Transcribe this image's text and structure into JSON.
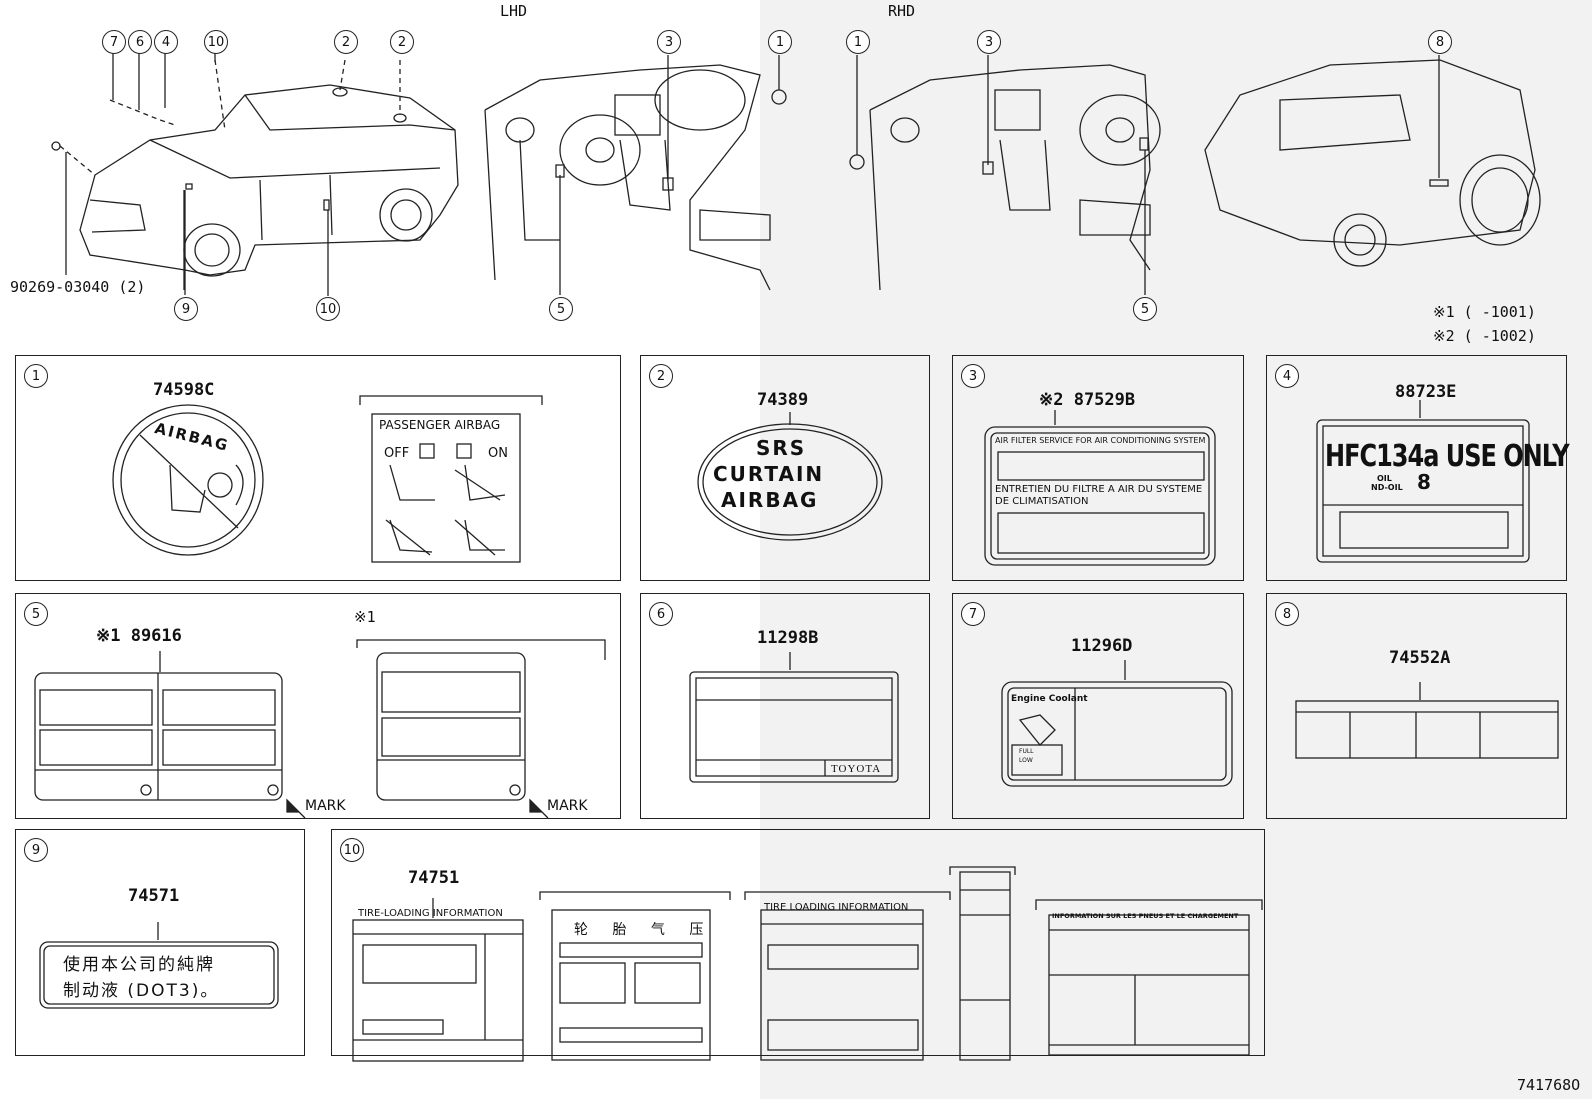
{
  "header": {
    "lhd": "LHD",
    "rhd": "RHD",
    "clip_part": "90269-03040 (2)",
    "note1": "※1 (       -1001)",
    "note2": "※2 (       -1002)",
    "figure_id": "741768O"
  },
  "callouts": [
    "7",
    "6",
    "4",
    "10",
    "2",
    "2",
    "3",
    "1",
    "1",
    "3",
    "8",
    "9",
    "10",
    "5",
    "5"
  ],
  "panels": [
    {
      "num": "1",
      "part": "74598C",
      "texts": [
        "AIRBAG",
        "PASSENGER AIRBAG",
        "OFF",
        "ON"
      ]
    },
    {
      "num": "2",
      "part": "74389",
      "texts": [
        "SRS",
        "CURTAIN",
        "AIRBAG"
      ]
    },
    {
      "num": "3",
      "part": "※2 87529B",
      "texts": [
        "AIR FILTER SERVICE FOR AIR CONDITIONING SYSTEM",
        "ENTRETIEN DU FILTRE A AIR DU SYSTEME",
        "DE CLIMATISATION"
      ]
    },
    {
      "num": "4",
      "part": "88723E",
      "texts": [
        "HFC134a USE ONLY",
        "OIL",
        "ND-OIL",
        "8"
      ]
    },
    {
      "num": "5",
      "part": "※1 89616",
      "texts": [
        "※1",
        "MARK",
        "MARK"
      ]
    },
    {
      "num": "6",
      "part": "11298B",
      "texts": [
        "TOYOTA"
      ]
    },
    {
      "num": "7",
      "part": "11296D",
      "texts": [
        "Engine Coolant",
        "FULL",
        "LOW"
      ]
    },
    {
      "num": "8",
      "part": "74552A",
      "texts": []
    },
    {
      "num": "9",
      "part": "74571",
      "texts": [
        "使用本公司的純牌",
        "制动液 (DOT3)。"
      ]
    },
    {
      "num": "10",
      "part": "74751",
      "texts": [
        "TIRE-LOADING INFORMATION",
        "轮 胎 气 压",
        "TIRE LOADING INFORMATION",
        "INFORMATION SUR LES PNEUS ET LE CHARGEMENT"
      ]
    }
  ],
  "colors": {
    "line": "#222222",
    "background": "#ffffff",
    "shade": "#f2f2f2"
  }
}
